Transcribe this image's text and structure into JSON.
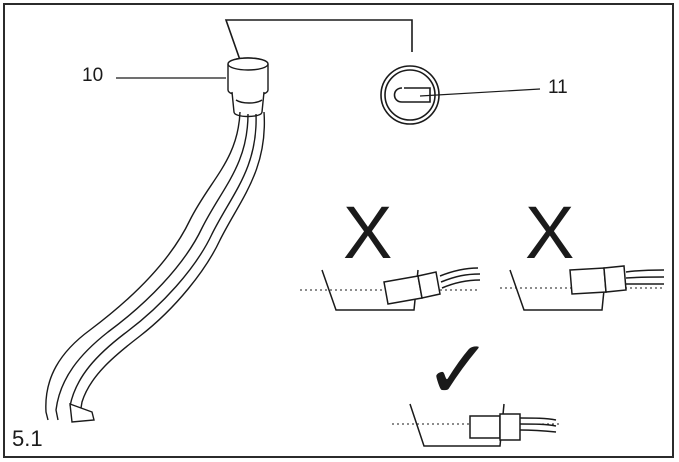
{
  "figure": {
    "number": "5.1",
    "callouts": {
      "part_10": "10",
      "part_11": "11"
    },
    "correct_mark": "✓",
    "incorrect_mark": "X"
  },
  "colors": {
    "ink": "#1a1a1a",
    "background": "#ffffff"
  }
}
